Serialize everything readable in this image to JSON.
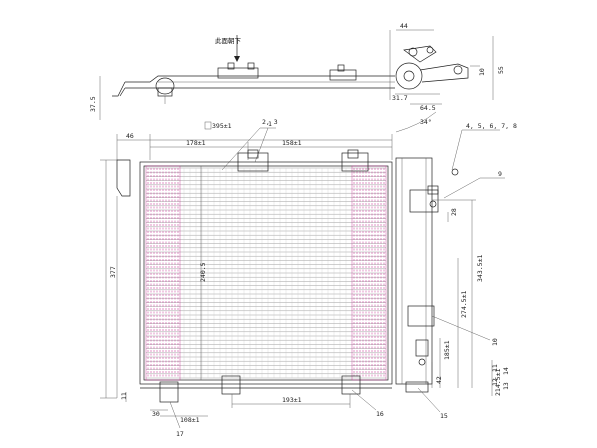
{
  "drawing": {
    "top_note": "此面朝下",
    "top_view_dims": {
      "left_height": "37.5",
      "right_width": "44",
      "right_height": "55",
      "small_height": "10",
      "offset": "31.7",
      "depth": "64.5",
      "angle": "34°"
    },
    "front_view_dims": {
      "left_offset": "46",
      "tol_box": "395±1",
      "core_width_left": "178±1",
      "core_width_right": "158±1",
      "center_height": "240.5",
      "overall_height": "377",
      "right_h1": "343.5±1",
      "right_h2": "274.5±1",
      "right_h3": "185±1",
      "right_h4": "214.5±1",
      "right_h5": "42",
      "bottom_left1": "11",
      "bottom_left2": "30",
      "bottom_tol": "108±1",
      "bottom_center": "193±1",
      "bracket_w": "28"
    },
    "callouts": [
      "1",
      "2, 3",
      "4, 5, 6, 7, 8",
      "9",
      "10",
      "11",
      "12",
      "13",
      "14",
      "15",
      "16",
      "17"
    ]
  }
}
